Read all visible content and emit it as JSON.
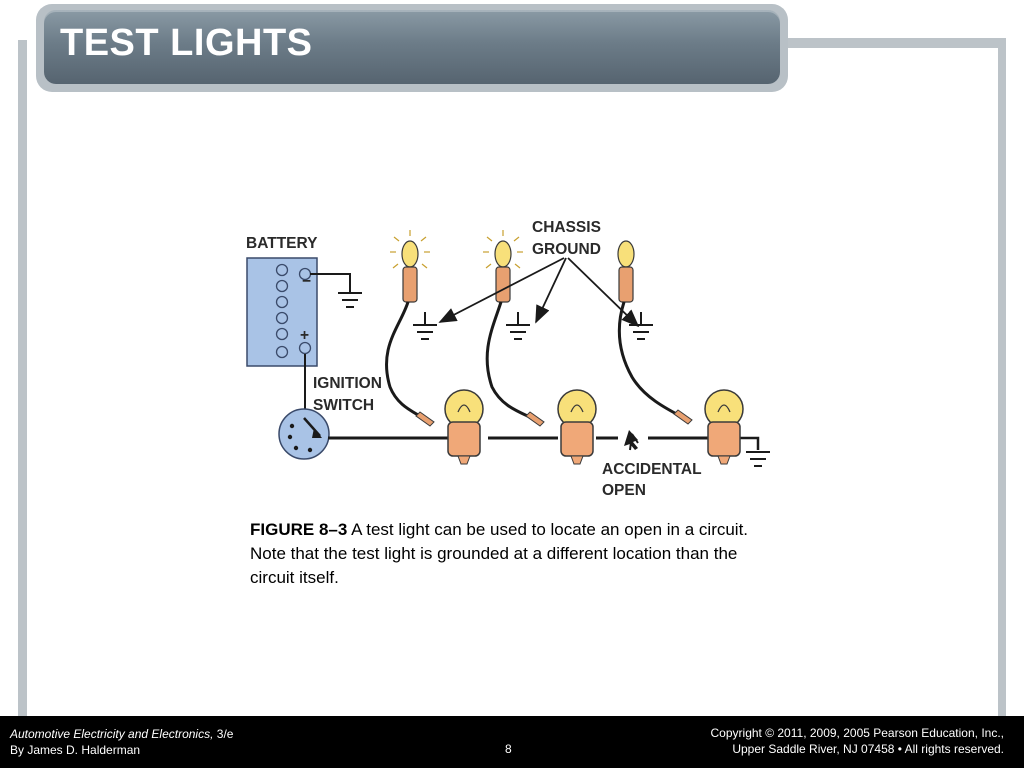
{
  "header": {
    "title": "TEST LIGHTS"
  },
  "figure": {
    "labels": {
      "battery": "BATTERY",
      "chassis_line1": "CHASSIS",
      "chassis_line2": "GROUND",
      "ignition_line1": "IGNITION",
      "ignition_line2": "SWITCH",
      "open_line1": "ACCIDENTAL",
      "open_line2": "OPEN",
      "battery_negative": "−",
      "battery_positive": "+"
    },
    "colors": {
      "battery_fill": "#a9c3e6",
      "bulb_base": "#f0a878",
      "bulb_glass": "#f8e07a",
      "test_light": "#e8a070",
      "wire": "#1a1a1a"
    }
  },
  "caption": {
    "figure_number": "FIGURE 8–3",
    "text": "A test light can be used to locate an open in a circuit. Note that the test light is grounded at a different location than the circuit itself."
  },
  "footer": {
    "book_title": "Automotive Electricity and Electronics,",
    "edition": "3/e",
    "author": "By James D. Halderman",
    "page_number": "8",
    "copyright_line1": "Copyright © 2011, 2009, 2005 Pearson Education, Inc.,",
    "copyright_line2": "Upper Saddle River, NJ 07458 • All rights reserved."
  }
}
